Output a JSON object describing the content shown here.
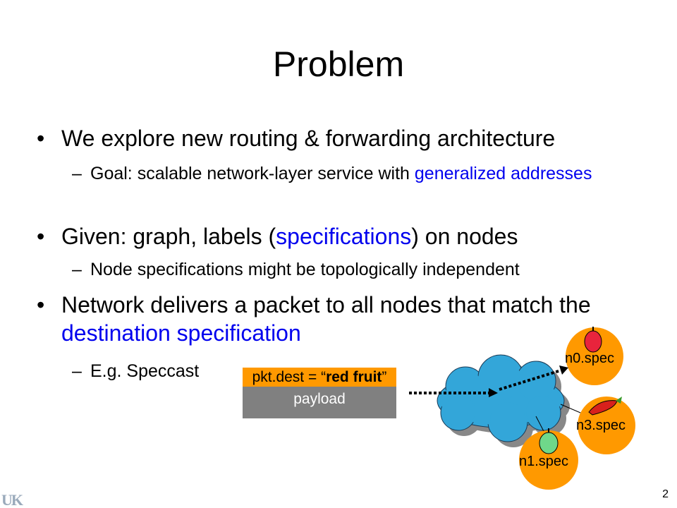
{
  "title": "Problem",
  "bullets": [
    {
      "text": "We explore new routing & forwarding architecture",
      "sub": [
        {
          "pre": "Goal: scalable network-layer service with ",
          "highlight": "generalized addresses",
          "post": ""
        }
      ]
    },
    {
      "pre": "Given: graph, labels (",
      "highlight": "specifications",
      "post": ") on nodes",
      "sub": [
        {
          "text": "Node specifications might be topologically independent"
        }
      ]
    },
    {
      "pre": "Network delivers a packet to all nodes that match the ",
      "highlight": "destination specification",
      "sub": [
        {
          "text": "E.g. Speccast"
        }
      ]
    }
  ],
  "bullet_glyph": "•",
  "dash_glyph": "–",
  "diagram": {
    "packet_header_pre": "pkt.dest = “",
    "packet_header_bold": "red fruit",
    "packet_header_post": "”",
    "payload": "payload",
    "nodes": [
      "n0.spec",
      "n3.spec",
      "n1.spec"
    ],
    "colors": {
      "node": "#ff9900",
      "cloud": "#33a6d9",
      "packet_header": "#ff9900",
      "payload": "#808080"
    }
  },
  "logo": "UK",
  "page_number": "2"
}
